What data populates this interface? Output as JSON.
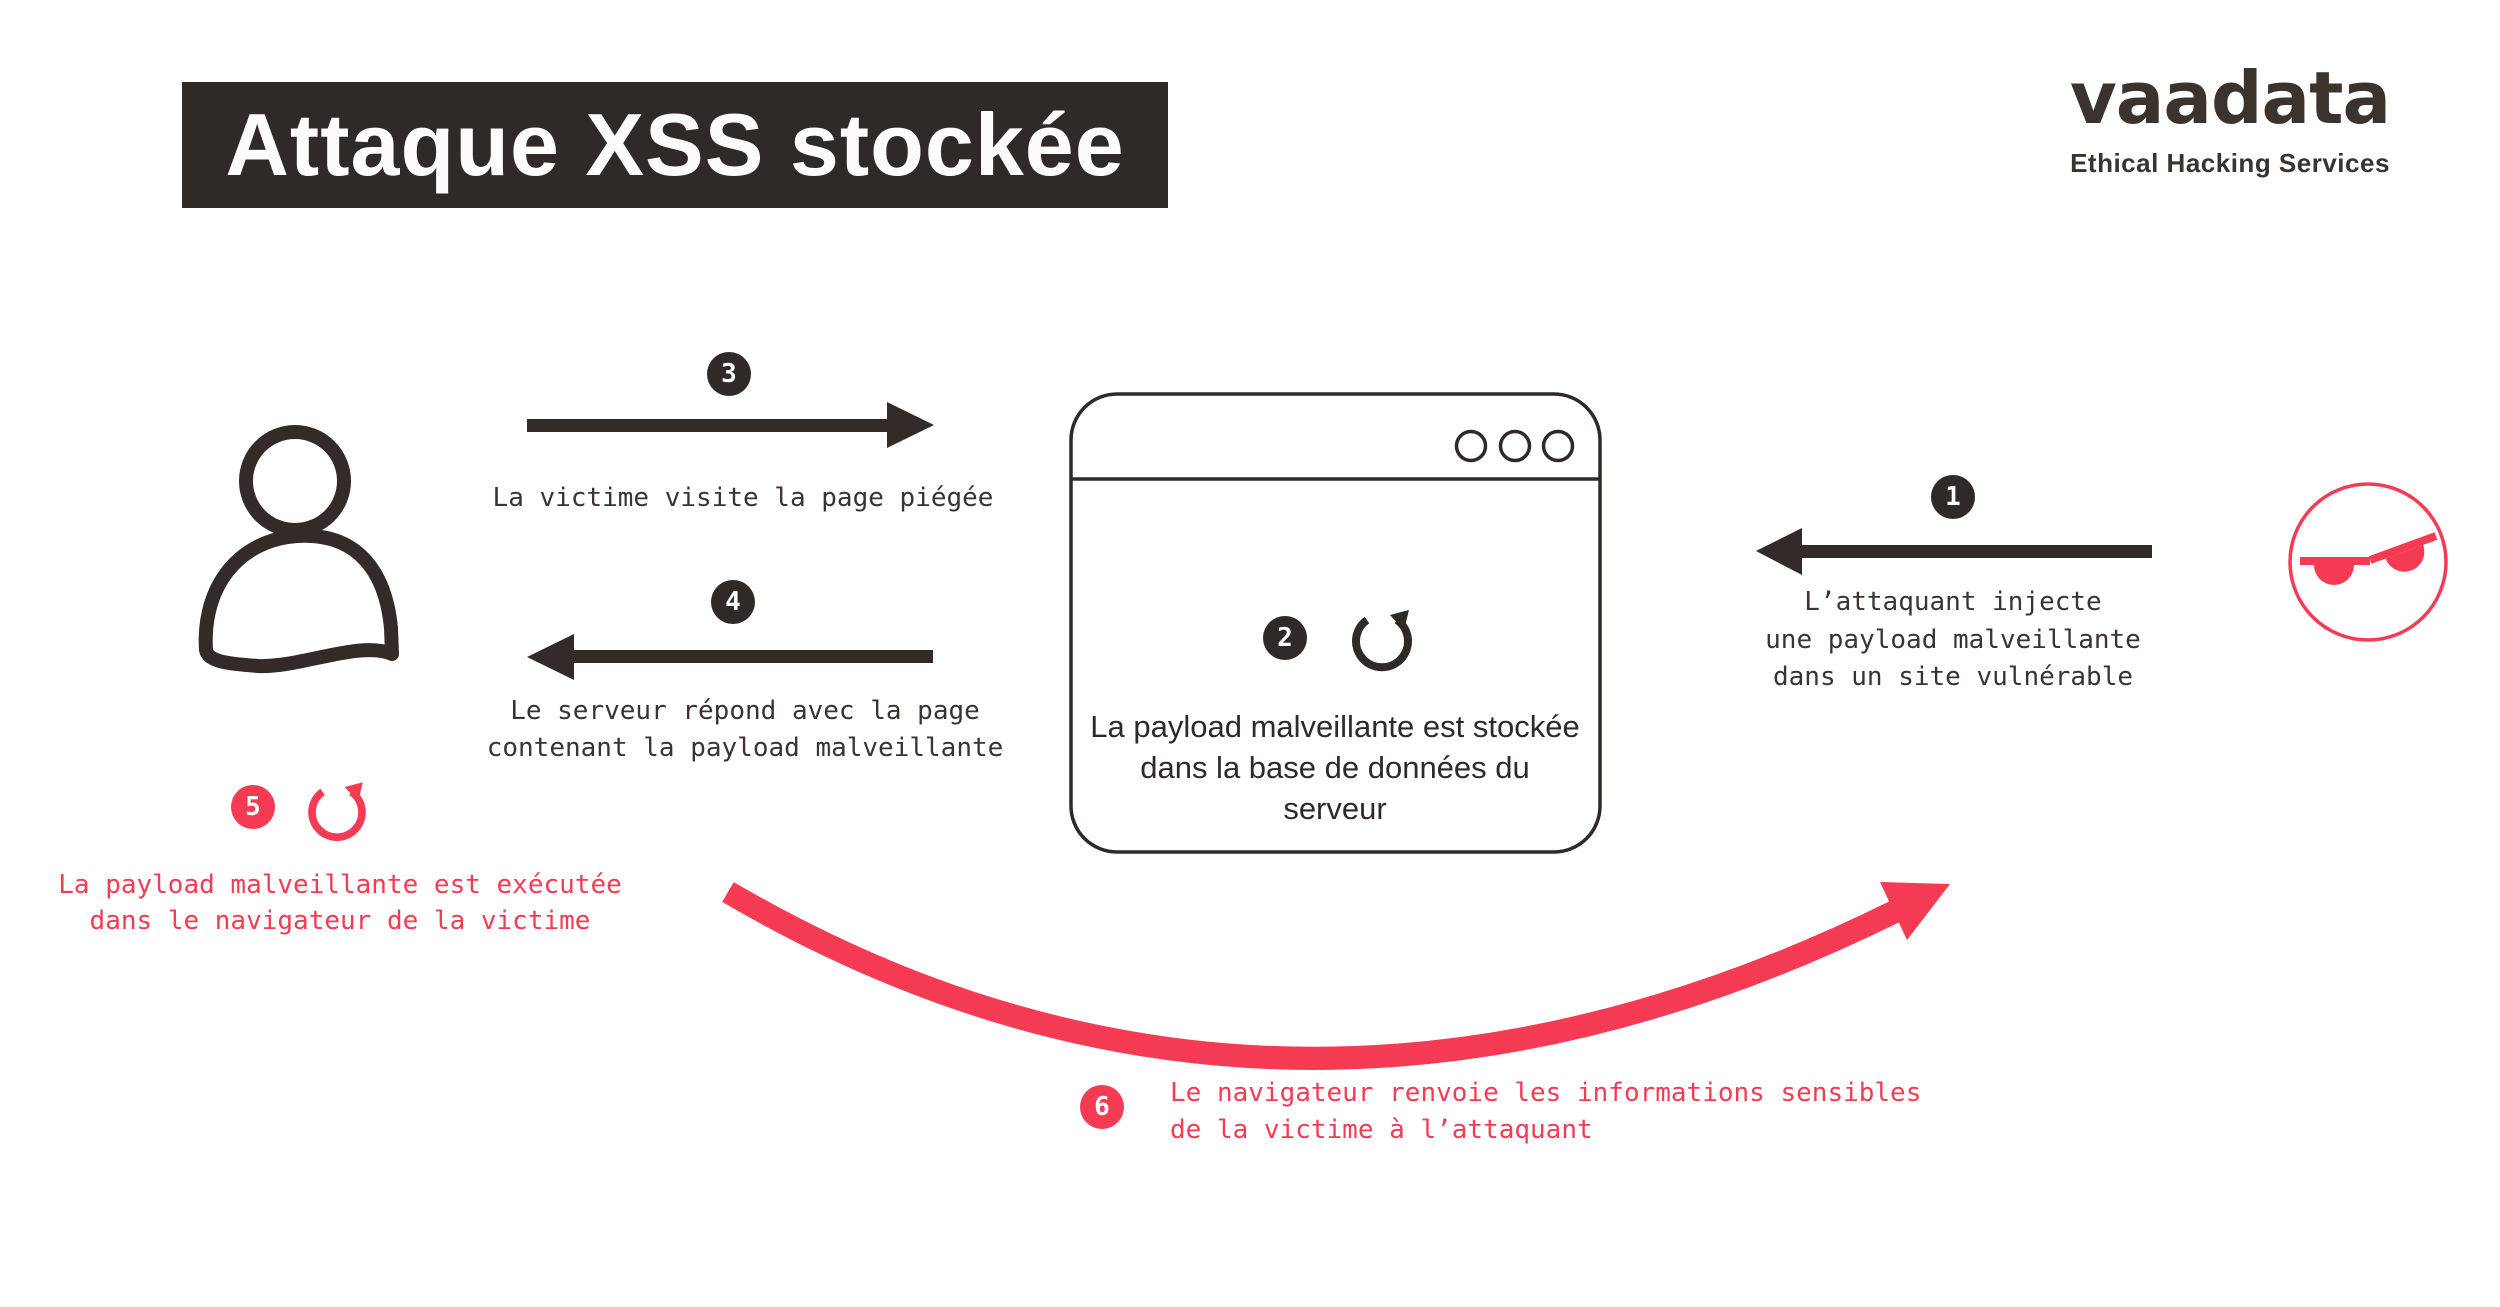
{
  "title": "Attaque XSS stockée",
  "logo": {
    "brand": "vaadata",
    "tagline": "Ethical Hacking Services"
  },
  "colors": {
    "dark": "#2f2927",
    "red": "#f53b54",
    "background": "#ffffff"
  },
  "icons": {
    "victim": "person-icon",
    "server": "browser-window-icon",
    "attacker": "angry-face-icon",
    "reload_dark": "refresh-icon",
    "reload_red": "refresh-icon-red"
  },
  "steps": {
    "s1": {
      "number": "1",
      "label": "L’attaquant injecte\nune payload malveillante\ndans un site vulnérable"
    },
    "s2": {
      "number": "2",
      "label": "La payload malveillante est stockée\ndans la base de données du serveur"
    },
    "s3": {
      "number": "3",
      "label": "La victime visite la page piégée"
    },
    "s4": {
      "number": "4",
      "label": "Le serveur répond avec la page\ncontenant la payload malveillante"
    },
    "s5": {
      "number": "5",
      "label": "La payload malveillante est exécutée\ndans le navigateur de la victime"
    },
    "s6": {
      "number": "6",
      "label": "Le navigateur renvoie les informations sensibles\nde la victime à l’attaquant"
    }
  }
}
